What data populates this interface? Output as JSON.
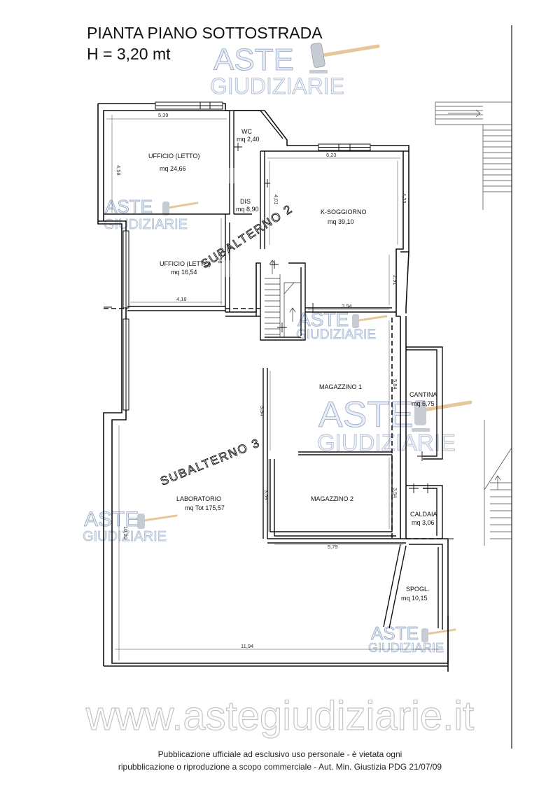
{
  "header": {
    "title_line1": "PIANTA PIANO SOTTOSTRADA",
    "title_line2": "H = 3,20 mt"
  },
  "watermark": {
    "brand_top": "ASTE",
    "brand_bottom": "GIUDIZIARIE",
    "site": "www.astegiudiziarie.it",
    "icon": "gavel-icon"
  },
  "subalterni": {
    "sub2": "SUBALTERNO 2",
    "sub3": "SUBALTERNO 3"
  },
  "rooms": {
    "ufficio1": {
      "name": "UFFICIO (LETTO)",
      "area": "mq 24,66"
    },
    "wc": {
      "name": "WC",
      "area": "mq 2,40"
    },
    "dis": {
      "name": "DIS",
      "area": "mq 8,90"
    },
    "soggiorno": {
      "name": "K-SOGGIORNO",
      "area": "mq 39,10"
    },
    "ufficio2": {
      "name": "UFFICIO (LETTO)",
      "area": "mq 16,54"
    },
    "magazzino1": {
      "name": "MAGAZZINO 1"
    },
    "cantina": {
      "name": "CANTINA",
      "area": "mq 6,75"
    },
    "laboratorio": {
      "name": "LABORATORIO",
      "area": "mq Tot 175,57"
    },
    "magazzino2": {
      "name": "MAGAZZINO 2"
    },
    "caldaia": {
      "name": "CALDAIA",
      "area": "mq 3,06"
    },
    "spogl": {
      "name": "SPOGL.",
      "area": "mq 10,15"
    }
  },
  "dimensions": {
    "d539": "5,39",
    "d458": "4,58",
    "d623": "6,23",
    "d401": "4,01",
    "d423": "4,23",
    "d398": "3,98",
    "d418": "4,18",
    "d291": "2,91",
    "d394": "3,94",
    "d584": "5,84",
    "d384": "3,84",
    "d359": "3,59",
    "d354": "3,54",
    "d579": "5,79",
    "d1020": "10,20",
    "d1194": "11,94"
  },
  "footer": {
    "line1": "Pubblicazione ufficiale ad esclusivo uso personale - è vietata ogni",
    "line2": "ripubblicazione o riproduzione a scopo commerciale - Aut. Min. Giustizia PDG 21/07/09"
  }
}
